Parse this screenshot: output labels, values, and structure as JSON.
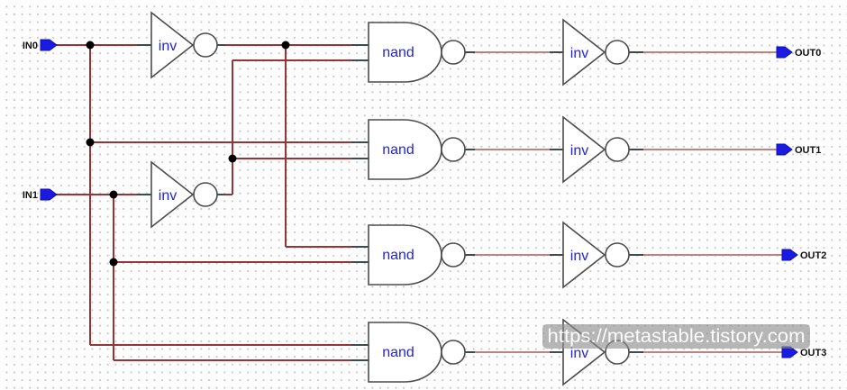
{
  "schematic": {
    "inputs": [
      {
        "label": "IN0"
      },
      {
        "label": "IN1"
      }
    ],
    "outputs": [
      {
        "label": "OUT0"
      },
      {
        "label": "OUT1"
      },
      {
        "label": "OUT2"
      },
      {
        "label": "OUT3"
      }
    ],
    "input_inverters": [
      {
        "label": "inv"
      },
      {
        "label": "inv"
      }
    ],
    "nand_gates": [
      {
        "label": "nand"
      },
      {
        "label": "nand"
      },
      {
        "label": "nand"
      },
      {
        "label": "nand"
      }
    ],
    "output_inverters": [
      {
        "label": "inv"
      },
      {
        "label": "inv"
      },
      {
        "label": "inv"
      },
      {
        "label": "inv"
      }
    ],
    "watermark": "https://metastable.tistory.com",
    "colors": {
      "wire": "#9a3434",
      "wire_light": "#c28181",
      "pin_stub": "#3f4b4b",
      "gate_outline": "#4d4d4d",
      "gate_label": "#2424dd",
      "pin_fill": "#1a1ae0",
      "junction": "#000000",
      "pin_label": "#111111",
      "grid_dot": "#c9c9c9",
      "canvas_bg": "#fdfdfd",
      "watermark_bg": "#8a8a8a",
      "watermark_text": "#ffffff"
    }
  }
}
